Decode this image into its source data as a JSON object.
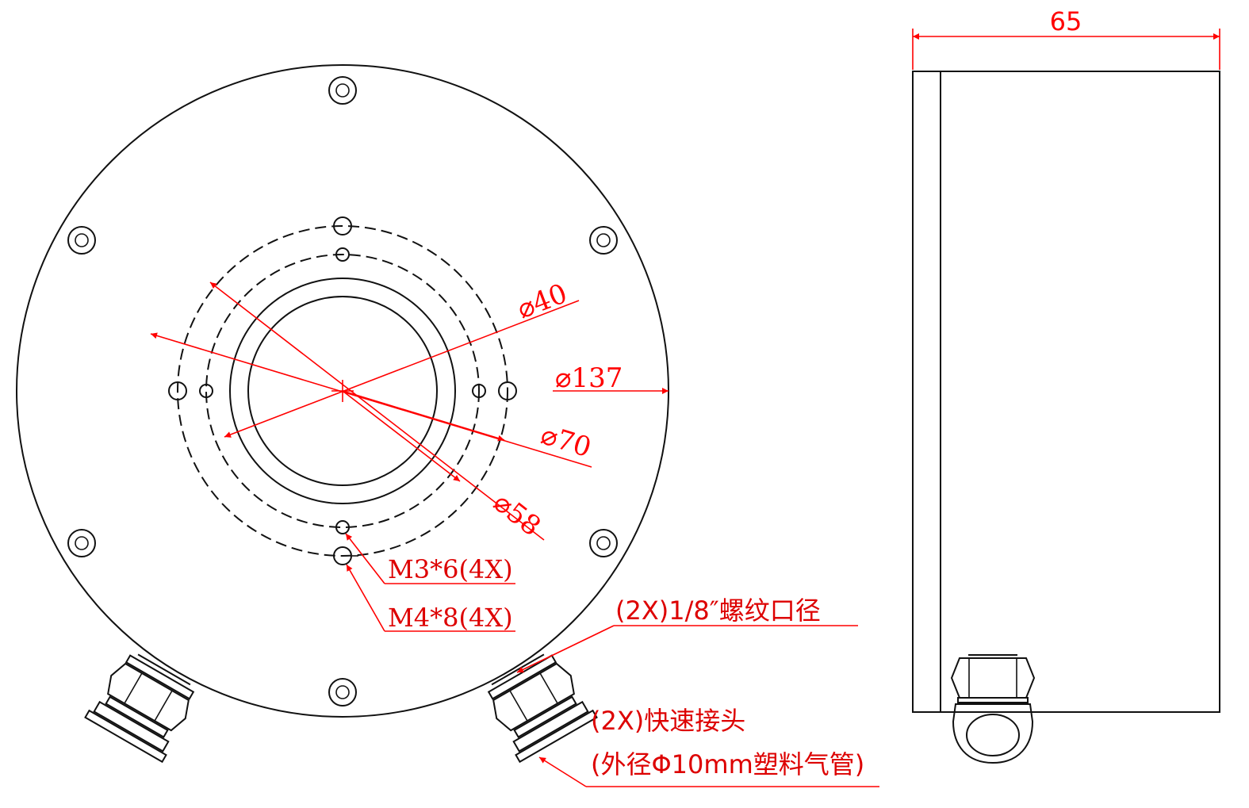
{
  "front_view": {
    "diameters": {
      "d40": "⌀40",
      "d137": "⌀137",
      "d70": "⌀70",
      "d58": "⌀58"
    },
    "holes": {
      "m3": "M3*6(4X)",
      "m4": "M4*8(4X)"
    },
    "ports": {
      "thread": "(2X)1/8″螺纹口径",
      "fitting_line1": "(2X)快速接头",
      "fitting_line2": "(外径Φ10mm塑料气管)"
    }
  },
  "side_view": {
    "length": "65"
  },
  "colors": {
    "dimension": "#ff0000",
    "outline": "#111111"
  }
}
